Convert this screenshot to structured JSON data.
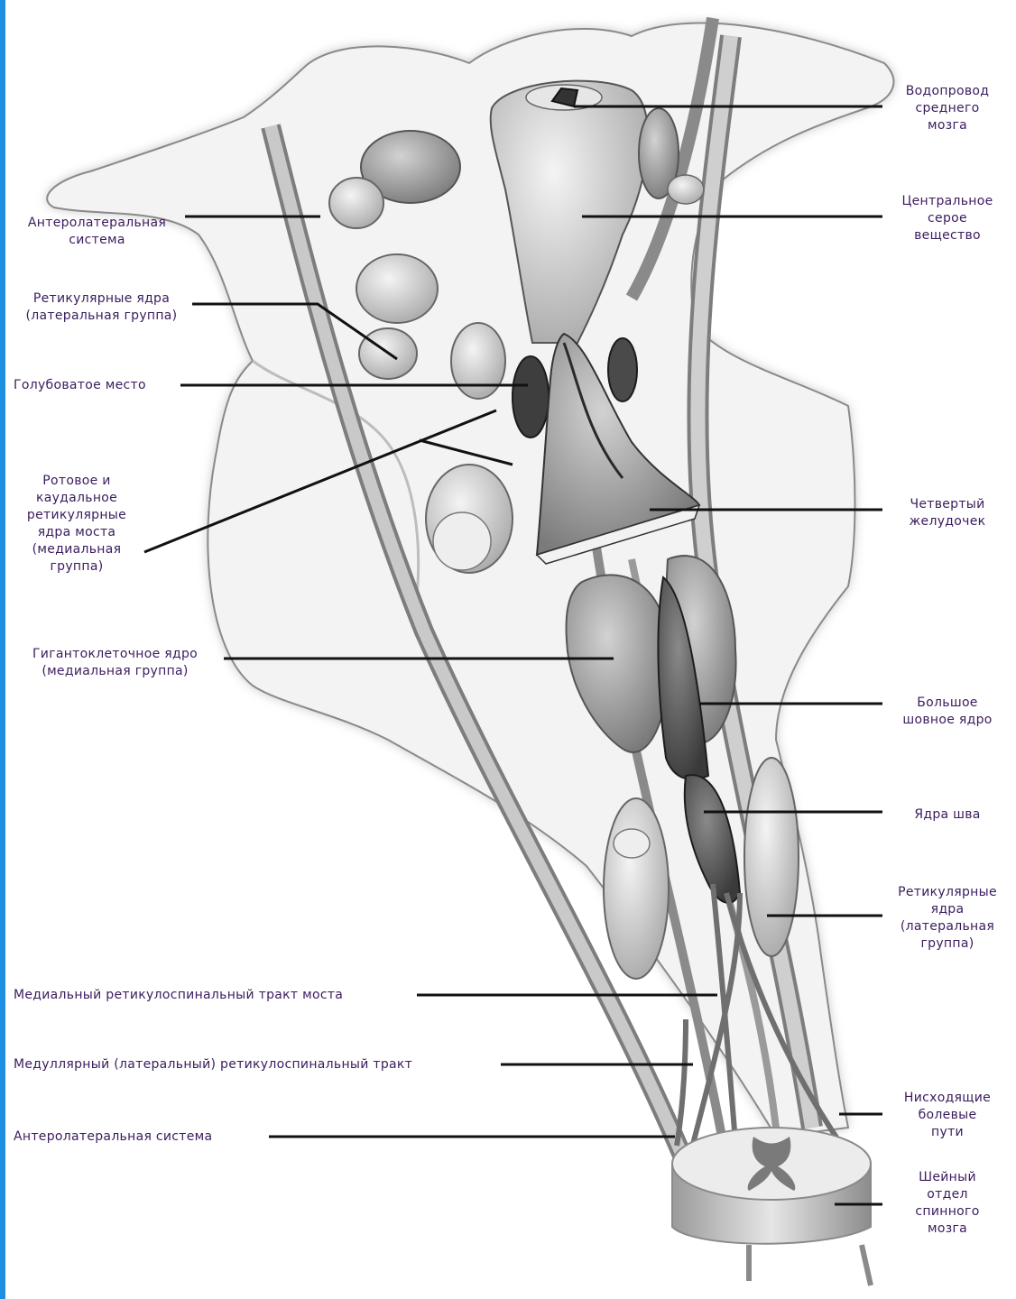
{
  "labels": {
    "aqueduct": "Водопровод\nсреднего\nмозга",
    "central_gray": "Центральное\nсерое\nвещество",
    "fourth_ventricle": "Четвертый\nжелудочек",
    "raphe_magnus": "Большое\nшовное ядро",
    "raphe_nuclei": "Ядра шва",
    "reticular_lateral_right": "Ретикулярные\nядра\n(латеральная\nгруппа)",
    "descending_pain": "Нисходящие\nболевые\nпути",
    "cervical_cord": "Шейный\nотдел\nспинного\nмозга",
    "anterolateral_top": "Антеролатеральная\nсистема",
    "reticular_lateral_left": "Ретикулярные ядра\n(латеральная группа)",
    "locus_coeruleus": "Голубоватое место",
    "pontine_reticular": "Ротовое и\nкаудальное\nретикулярные\nядра моста\n(медиальная\nгруппа)",
    "gigantocellular": "Гигантоклеточное ядро\n(медиальная группа)",
    "medial_reticulospinal": "Медиальный ретикулоспинальный тракт моста",
    "medullary_reticulospinal": "Медуллярный (латеральный) ретикулоспинальный тракт",
    "anterolateral_bottom": "Антеролатеральная система"
  },
  "colors": {
    "label_text": "#3b1c5e",
    "leader_line": "#111111",
    "frame_edge": "#1e8fe0"
  }
}
